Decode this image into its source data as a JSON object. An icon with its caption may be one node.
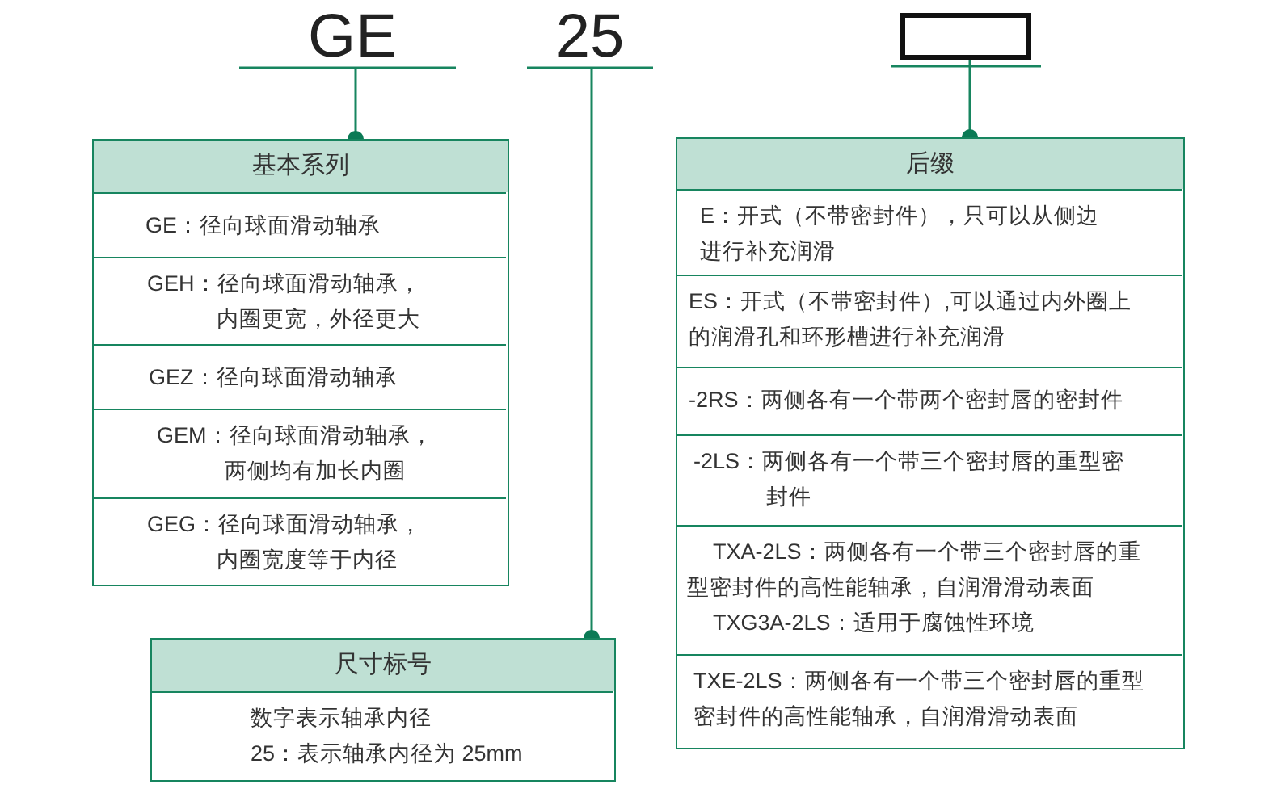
{
  "diagram": {
    "nodes": [
      {
        "text": [
          "GE"
        ]
      },
      {
        "text": [
          "25"
        ]
      },
      {
        "text": [],
        "shape": "box"
      },
      {
        "text": [
          "基本系列"
        ]
      },
      {
        "text": [
          "GE：径向球面滑动轴承"
        ],
        "in": 3
      },
      {
        "text": [
          "GEH：径向球面滑动轴承，内圈更宽，外径更大"
        ],
        "in": 3
      },
      {
        "text": [
          "GEZ：径向球面滑动轴承"
        ],
        "in": 3
      },
      {
        "text": [
          "GEM：径向球面滑动轴承，两侧均有加长内圈"
        ],
        "in": 3
      },
      {
        "text": [
          "GEG：径向球面滑动轴承，内圈宽度等于内径"
        ],
        "in": 3
      },
      {
        "text": [
          "尺寸标号"
        ]
      },
      {
        "text": [
          "数字表示轴承内径",
          "25：表示轴承内径为 25mm"
        ],
        "in": 9
      },
      {
        "text": [
          "后缀"
        ]
      },
      {
        "text": [
          "E：开式（不带密封件），只可以从侧边进行补充润滑"
        ],
        "in": 11
      },
      {
        "text": [
          "ES：开式（不带密封件）,可以通过内外圈上的润滑孔和环形槽进行补充润滑"
        ],
        "in": 11
      },
      {
        "text": [
          "-2RS：两侧各有一个带两个密封唇的密封件"
        ],
        "in": 11
      },
      {
        "text": [
          "-2LS：两侧各有一个带三个密封唇的重型密封件"
        ],
        "in": 11
      },
      {
        "text": [
          "TXA-2LS：两侧各有一个带三个密封唇的重型密封件的高性能轴承，自润滑滑动表面",
          "TXG3A-2LS：适用于腐蚀性环境"
        ],
        "in": 11
      },
      {
        "text": [
          "TXE-2LS：两侧各有一个带三个密封唇的重型密封件的高性能轴承，自润滑滑动表面"
        ],
        "in": 11
      }
    ],
    "edges": [
      {
        "from": 0,
        "to": 3,
        "arrow": "other"
      },
      {
        "from": 1,
        "to": 9,
        "arrow": "other"
      },
      {
        "from": 2,
        "to": 11,
        "arrow": "other"
      }
    ]
  }
}
